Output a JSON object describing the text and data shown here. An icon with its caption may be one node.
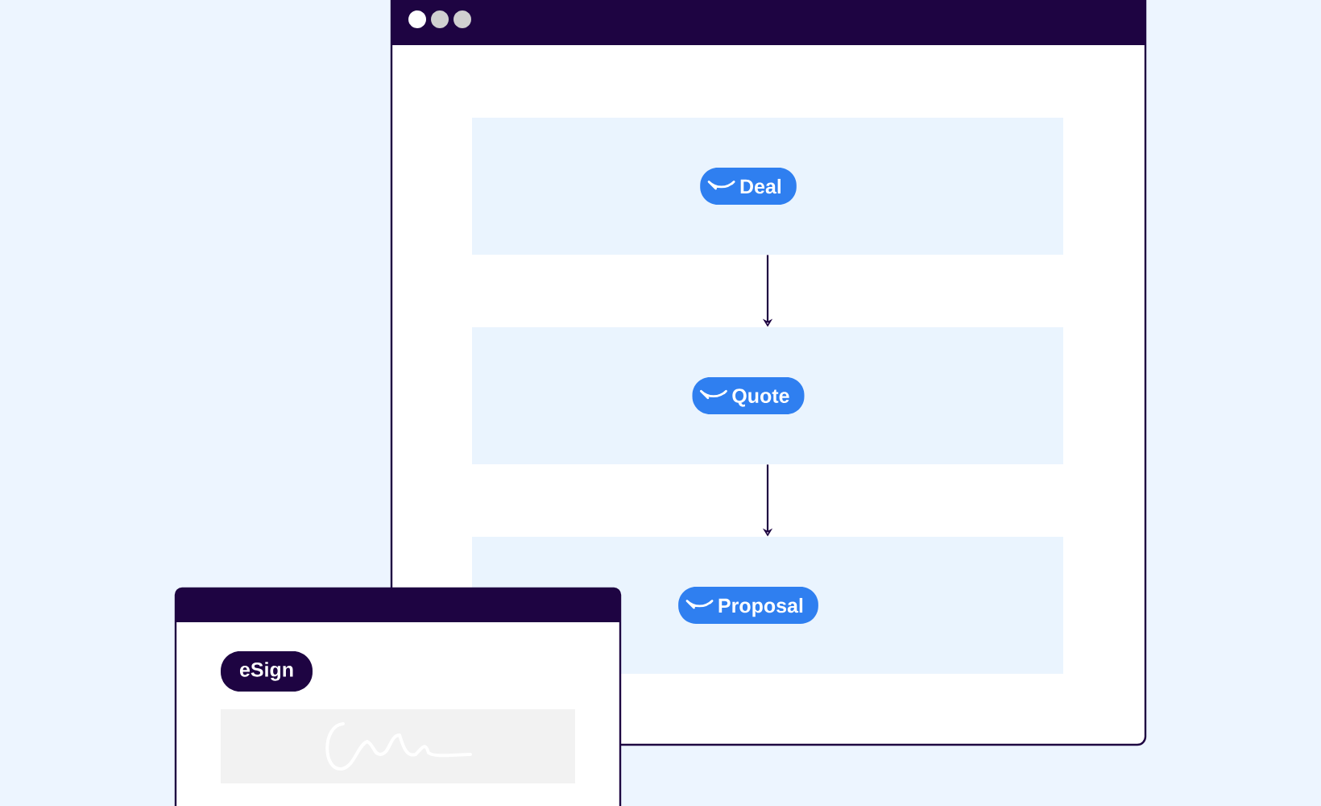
{
  "diagram": {
    "nodes": [
      {
        "text": [
          "Deal"
        ]
      },
      {
        "text": [
          "Quote"
        ]
      },
      {
        "text": [
          "Proposal"
        ]
      },
      {
        "text": [
          "eSign"
        ]
      }
    ],
    "edges": [
      {
        "from": 0,
        "to": 1,
        "arrow": "to"
      },
      {
        "from": 1,
        "to": 2,
        "arrow": "to"
      }
    ]
  }
}
